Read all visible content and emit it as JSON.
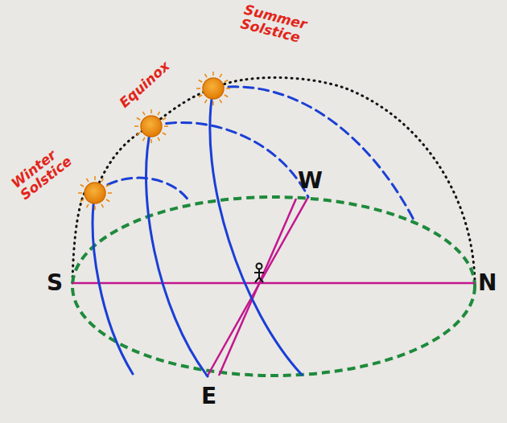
{
  "diagram": {
    "labels": [
      "Winter Solstice",
      "Equinox",
      "Summer Solstice",
      "W",
      "S",
      "N",
      "E"
    ]
  }
}
